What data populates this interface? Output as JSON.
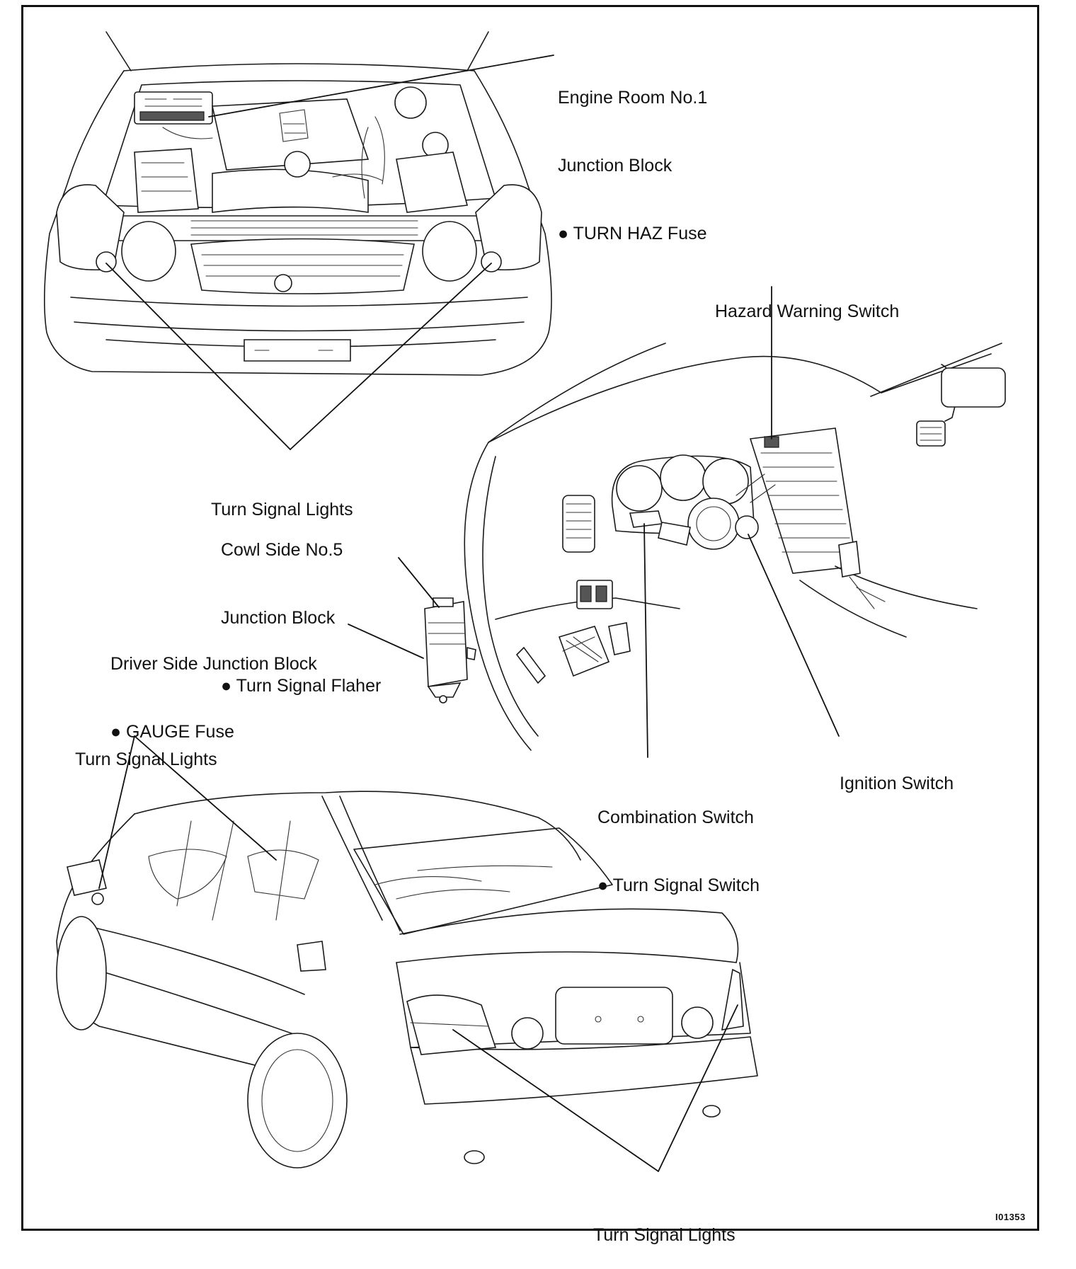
{
  "diagram": {
    "labels": {
      "engine_room_jb": [
        "Engine Room No.1",
        "Junction Block",
        "● TURN HAZ Fuse"
      ],
      "hazard_switch": [
        "Hazard Warning Switch"
      ],
      "turn_lights_front": [
        "Turn Signal Lights"
      ],
      "cowl_side_jb": [
        "Cowl Side No.5",
        "Junction Block",
        "● Turn Signal Flaher"
      ],
      "driver_side_jb": [
        "Driver Side Junction Block",
        "● GAUGE Fuse"
      ],
      "turn_lights_side": [
        "Turn Signal Lights"
      ],
      "ignition_switch": [
        "Ignition Switch"
      ],
      "combination_switch": [
        "Combination Switch",
        "● Turn Signal Switch"
      ],
      "turn_lights_rear": [
        "Turn Signal Lights"
      ]
    },
    "figure_code": "I01353"
  }
}
